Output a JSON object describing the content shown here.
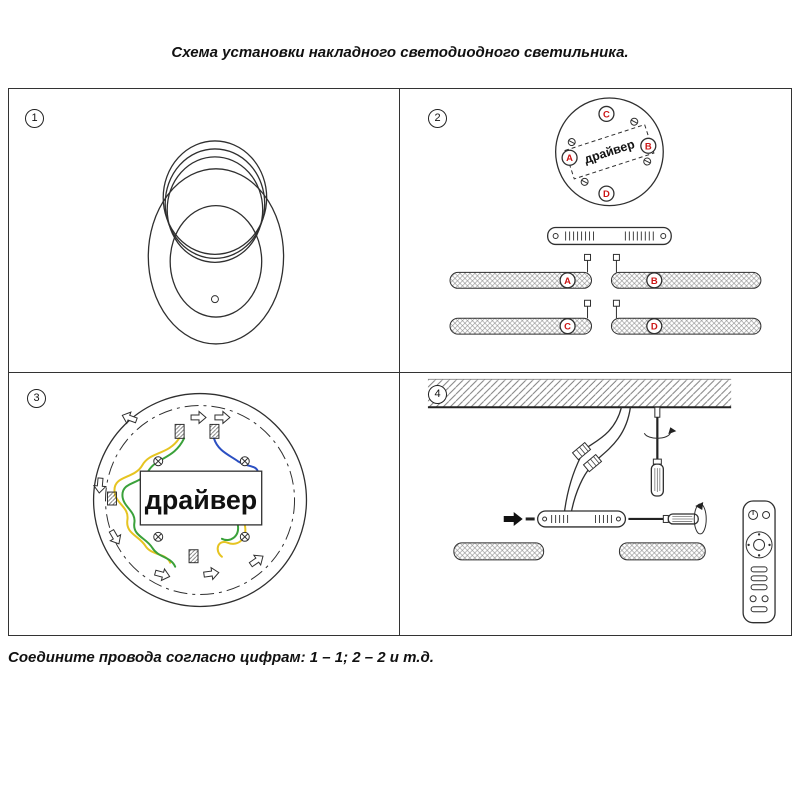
{
  "page": {
    "title": "Схема установки накладного светодиодного светильника.",
    "footer": "Соедините провода согласно цифрам: 1 – 1; 2 – 2 и т.д."
  },
  "panels": {
    "p1": {
      "number": "1"
    },
    "p2": {
      "number": "2",
      "driver": "драйвер",
      "ports": {
        "a": "A",
        "b": "B",
        "c": "C",
        "d": "D"
      }
    },
    "p3": {
      "number": "3",
      "driver": "драйвер"
    },
    "p4": {
      "number": "4"
    }
  },
  "colors": {
    "ring_red": "#e03a3a",
    "ring_green": "#44aa44",
    "ring_orange": "#e6a23c",
    "marker_red": "#cc1515",
    "dash_red": "#d42222",
    "wire_yellow": "#e6c421",
    "wire_green": "#3aa13a",
    "wire_blue": "#2b4fc2"
  }
}
